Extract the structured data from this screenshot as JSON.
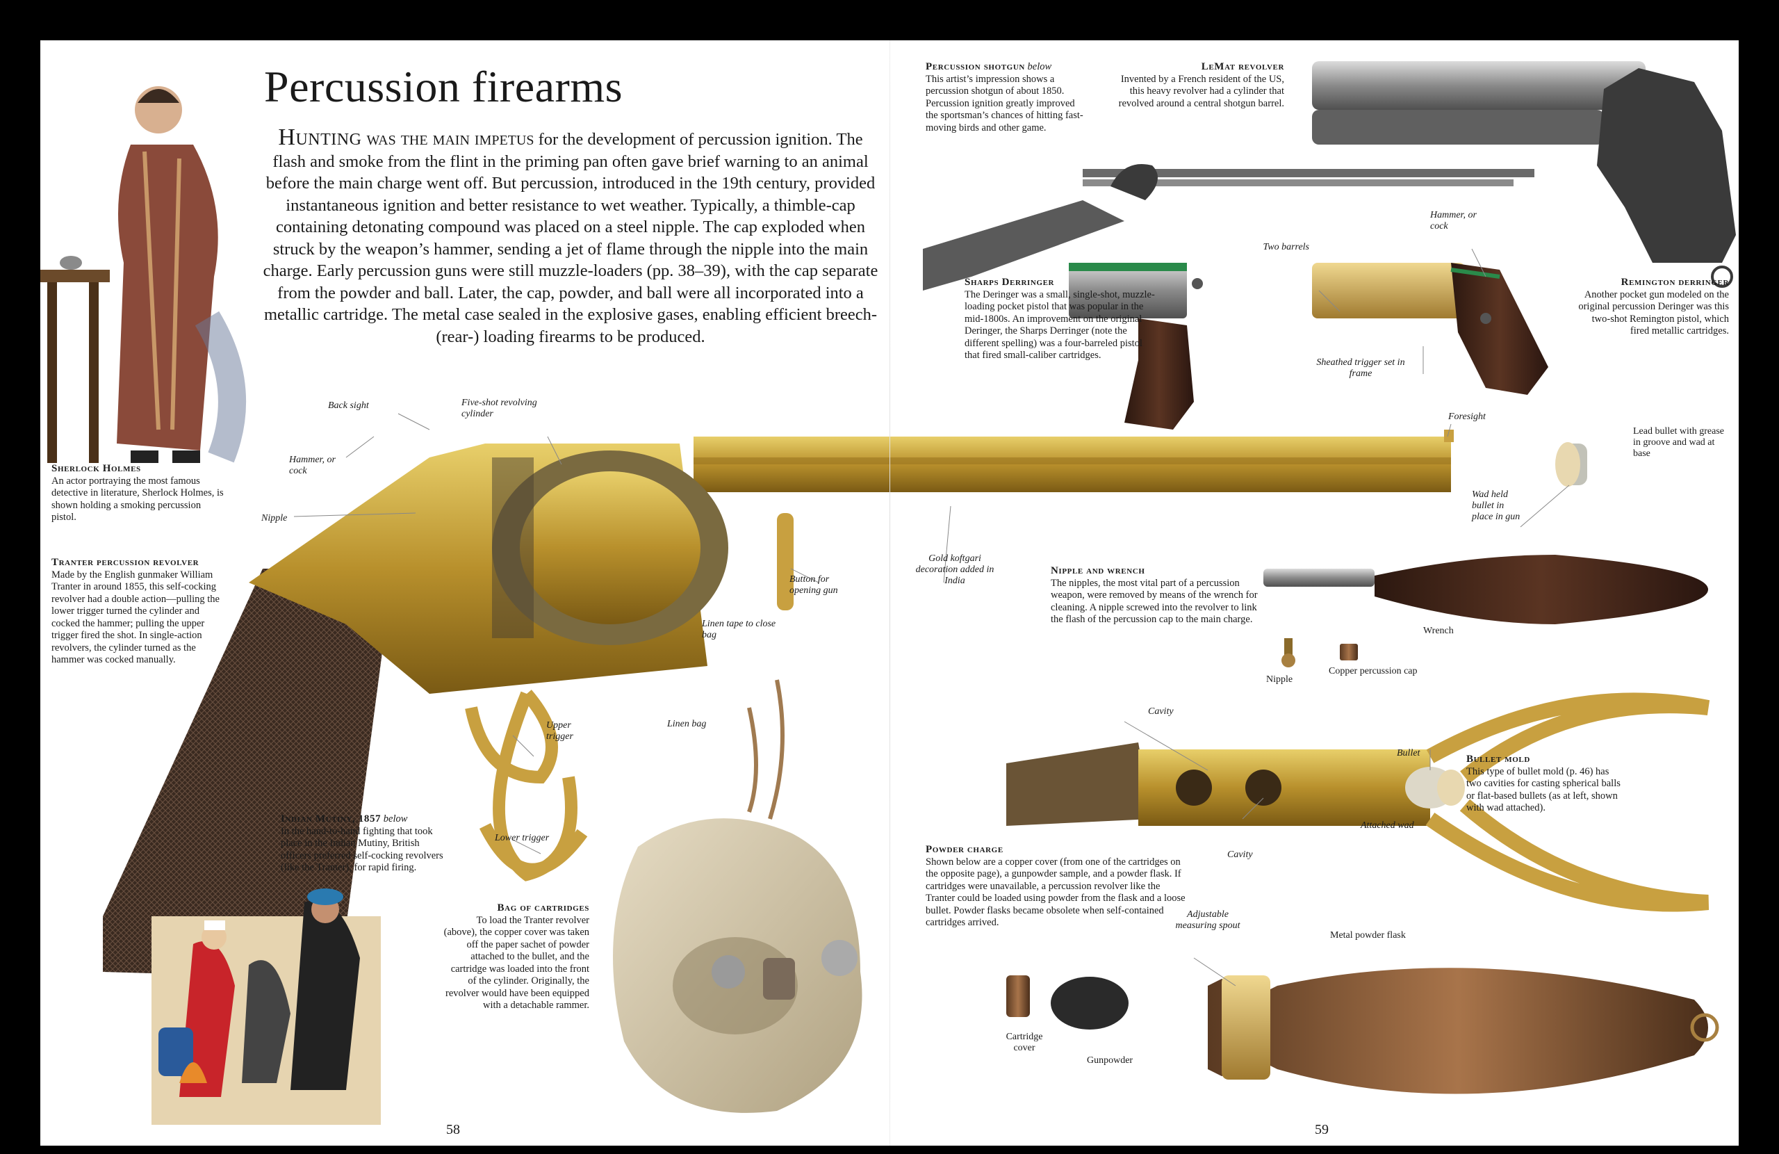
{
  "page": {
    "title": "Percussion firearms",
    "intro_lead": "Hunting",
    "intro_lead_rest": " was the main impetus",
    "intro_body": " for the development of percussion ignition. The flash and smoke from the flint in the priming pan often gave brief warning to an animal before the main charge went off. But percussion, introduced in the 19th century, provided instantaneous ignition and better resistance to wet weather. Typically, a thimble-cap containing detonating compound was placed on a steel nipple. The cap exploded when struck by the weapon’s hammer, sending a jet of flame through the nipple into the main charge. Early percussion guns were still muzzle-loaders (pp. 38–39), with the cap separate from the powder and ball. Later, the cap, powder, and ball were all incorporated into a metallic cartridge. The metal case sealed in the explosive gases, enabling efficient breech- (rear-) loading firearms to be produced.",
    "page_left": "58",
    "page_right": "59"
  },
  "captions": {
    "sherlock": {
      "head": "Sherlock Holmes",
      "body": "An actor portraying the most famous detective in literature, Sherlock Holmes, is shown holding a smoking percussion pistol."
    },
    "tranter": {
      "head": "Tranter percussion revolver",
      "body": "Made by the English gunmaker William Tranter in around 1855, this self-cocking revolver had a double action—pulling the lower trigger turned the cylinder and cocked the hammer; pulling the upper trigger fired the shot. In single-action revolvers, the cylinder turned as the hammer was cocked manually."
    },
    "mutiny": {
      "head": "Indian Mutiny, 1857",
      "head_suffix": "below",
      "body": "In the hand-to-hand fighting that took place in the Indian Mutiny, British officers preferred self-cocking revolvers (like the Tranter), for rapid firing."
    },
    "cartridges": {
      "head": "Bag of cartridges",
      "body": "To load the Tranter revolver (above), the copper cover was taken off the paper sachet of powder attached to the bullet, and the cartridge was loaded into the front of the cylinder. Originally, the revolver would have been equipped with a detachable rammer."
    },
    "shotgun": {
      "head": "Percussion shotgun",
      "head_suffix": "below",
      "body": "This artist’s impression shows a percussion shotgun of about 1850. Percussion ignition greatly improved the sportsman’s chances of hitting fast-moving birds and other game."
    },
    "lemat": {
      "head": "LeMat revolver",
      "body": "Invented by a French resident of the US, this heavy revolver had a cylinder that revolved around a central shotgun barrel."
    },
    "sharps": {
      "head": "Sharps Derringer",
      "body": "The Deringer was a small, single-shot, muzzle-loading pocket pistol that was popular in the mid-1800s. An improvement on the original Deringer, the Sharps Derringer (note the different spelling) was a four-barreled pistol that fired small-caliber cartridges."
    },
    "remington": {
      "head": "Remington derringer",
      "body": "Another pocket gun modeled on the original percussion Deringer was this two-shot Remington pistol, which fired metallic cartridges."
    },
    "nipple": {
      "head": "Nipple and wrench",
      "body": "The nipples, the most vital part of a percussion weapon, were removed by means of the wrench for cleaning. A nipple screwed into the revolver to link the flash of the percussion cap to the main charge."
    },
    "powder": {
      "head": "Powder charge",
      "body": "Shown below are a copper cover (from one of the cartridges on the opposite page), a gunpowder sample, and a powder flask. If cartridges were unavailable, a percussion revolver like the Tranter could be loaded using powder from the flask and a loose bullet. Powder flasks became obsolete when self-contained cartridges arrived."
    },
    "mold": {
      "head": "Bullet mold",
      "body": "This type of bullet mold (p. 46) has two cavities for casting spherical balls or flat-based bullets (as at left, shown with wad attached)."
    }
  },
  "labels": {
    "back_sight": "Back sight",
    "five_shot": "Five-shot revolving cylinder",
    "hammer_cock": "Hammer, or cock",
    "nipple_lbl": "Nipple",
    "foresight": "Foresight",
    "gold_koftgari": "Gold koftgari decoration added in India",
    "button": "Button for opening gun",
    "linen_tape": "Linen tape to close bag",
    "linen_bag": "Linen bag",
    "upper_trigger": "Upper trigger",
    "lower_trigger": "Lower trigger",
    "lead_bullet": "Lead bullet with grease in groove and wad at base",
    "wad_held": "Wad held bullet in place in gun",
    "wrench": "Wrench",
    "nipple_item": "Nipple",
    "copper_cap": "Copper percussion cap",
    "two_barrels": "Two barrels",
    "hammer_cock2": "Hammer, or cock",
    "sheathed": "Sheathed trigger set in frame",
    "cavity1": "Cavity",
    "cavity2": "Cavity",
    "bullet": "Bullet",
    "attached_wad": "Attached wad",
    "adjustable": "Adjustable measuring spout",
    "metal_flask": "Metal powder flask",
    "cartridge_cover": "Cartridge cover",
    "gunpowder": "Gunpowder"
  }
}
